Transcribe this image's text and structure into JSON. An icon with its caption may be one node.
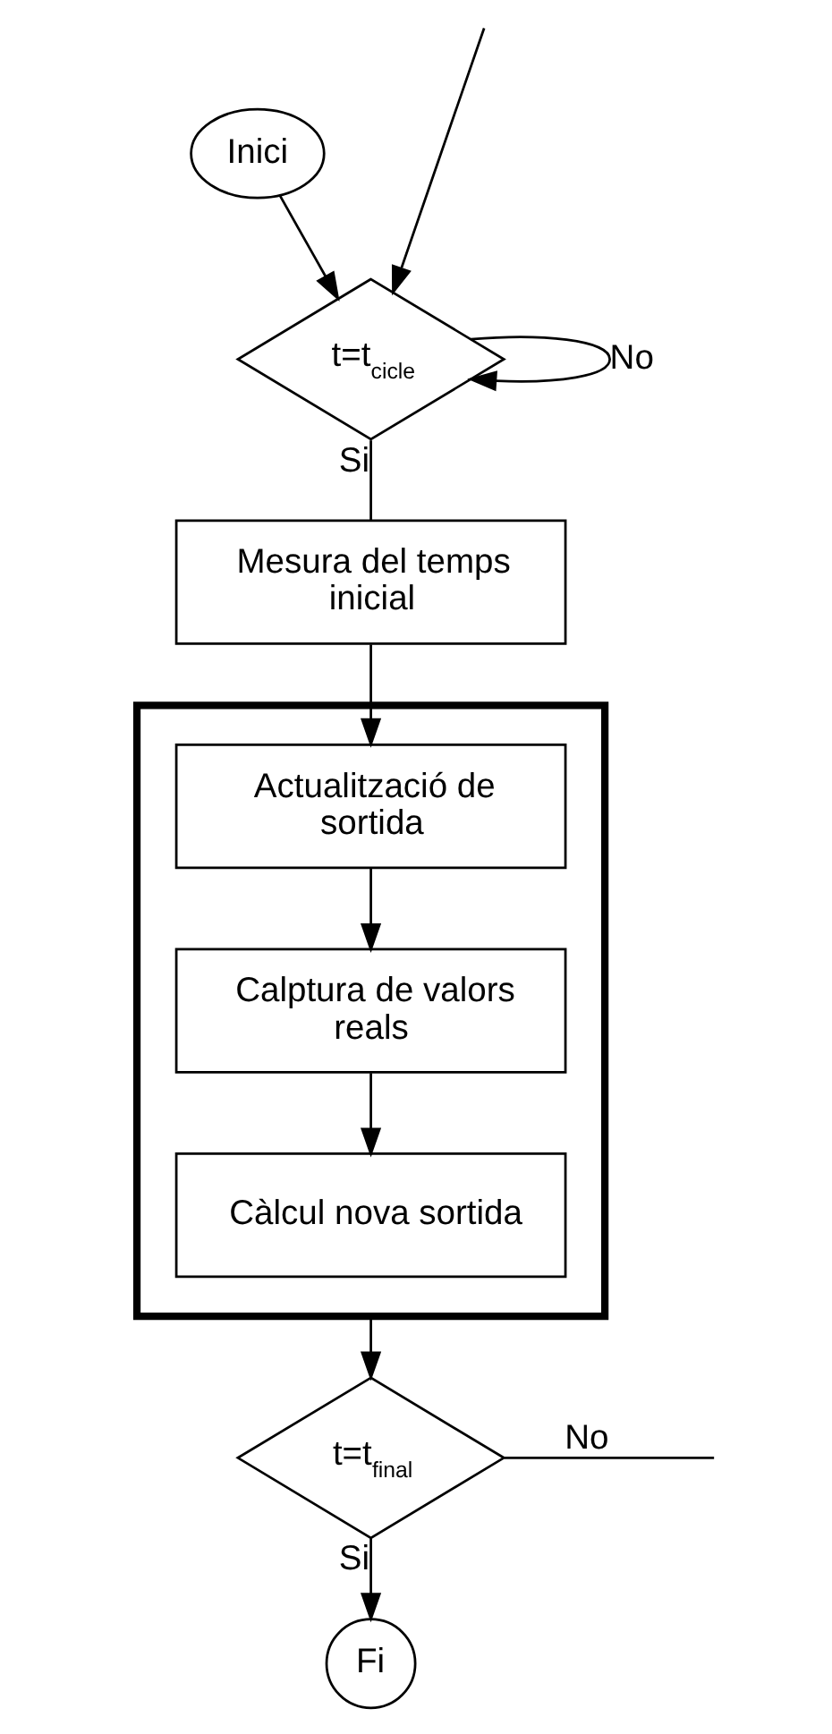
{
  "diagram": {
    "nodes": [
      {
        "text": [
          "Inici"
        ]
      },
      {
        "text": [
          "t=t$_{cicle}$"
        ]
      },
      {
        "text": [
          "Mesura del temps inicial"
        ]
      },
      {
        "text": [],
        "shape": "box"
      },
      {
        "text": [
          "Actualització de sortida"
        ],
        "in": 3
      },
      {
        "text": [
          "Calptura de valors reals"
        ],
        "in": 3
      },
      {
        "text": [
          "Càlcul nova sortida"
        ],
        "in": 3
      },
      {
        "text": [
          "t=t$_{final}$"
        ]
      },
      {
        "text": [
          "Fi"
        ]
      }
    ],
    "edges": [
      {
        "from": 0,
        "to": 1,
        "arrow": "to"
      },
      {
        "from": 1,
        "to": 1,
        "label": "No",
        "arrow": "to"
      },
      {
        "from": null,
        "to": 1,
        "arrow": "to"
      },
      {
        "from": 1,
        "to": 2,
        "label": "Si",
        "arrow": "none"
      },
      {
        "from": 2,
        "to": 4,
        "arrow": "to"
      },
      {
        "from": 4,
        "to": 5,
        "arrow": "to"
      },
      {
        "from": 5,
        "to": 6,
        "arrow": "to"
      },
      {
        "from": 3,
        "to": 7,
        "arrow": "to"
      },
      {
        "from": 7,
        "to": null,
        "label": "No",
        "arrow": "none"
      },
      {
        "from": 7,
        "to": 8,
        "label": "Si",
        "arrow": "to"
      }
    ]
  }
}
